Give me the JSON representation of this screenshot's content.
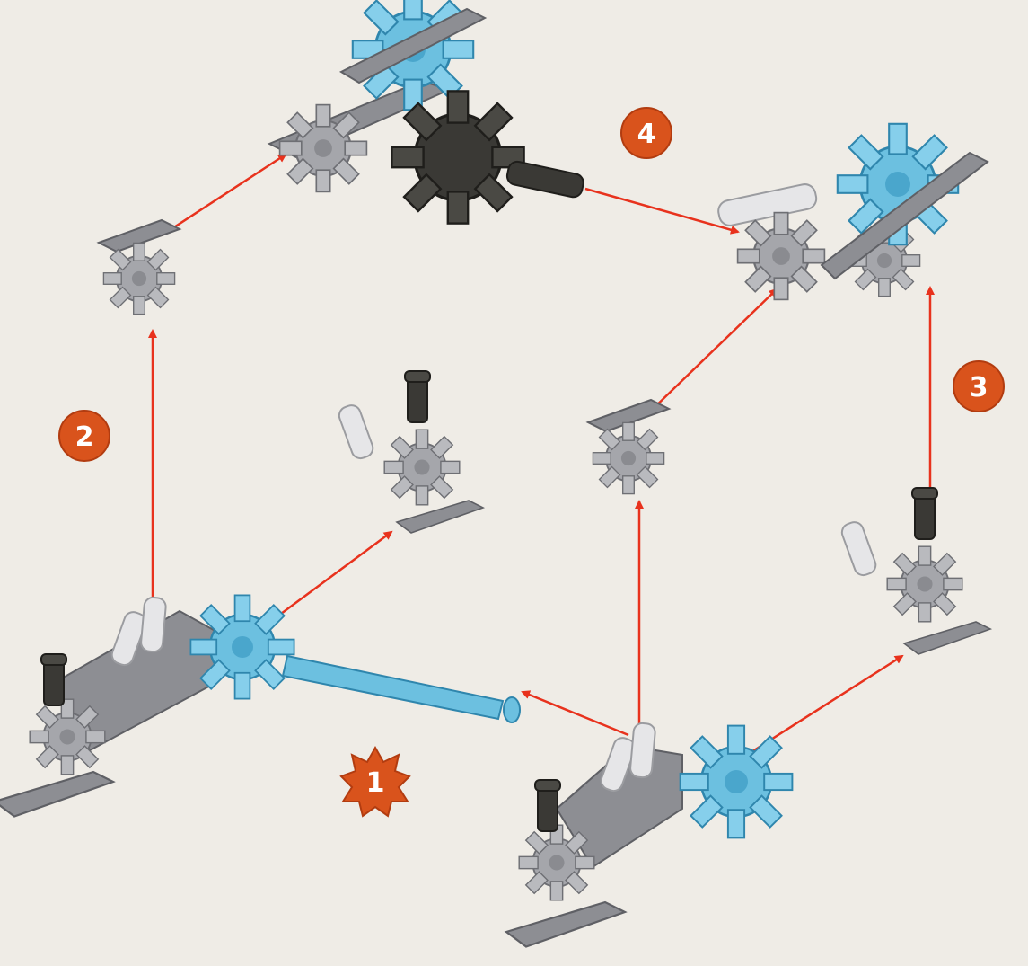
{
  "colors": {
    "paper": "#efece6",
    "arrow": "#e8321d",
    "badge": "#d9531c",
    "badge_ring": "#ffffff",
    "part_gray": "#a5a6ab",
    "part_gray_dark": "#6e6f74",
    "part_blue": "#6cc0e0",
    "part_blue_dark": "#2f86ad",
    "part_black": "#3a3935",
    "part_clear": "#e6e6e8"
  },
  "steps": [
    {
      "label": "1",
      "shape": "starburst"
    },
    {
      "label": "2",
      "shape": "circle"
    },
    {
      "label": "3",
      "shape": "circle"
    },
    {
      "label": "4",
      "shape": "circle"
    }
  ],
  "icons": [
    "connector-icon",
    "rod-icon",
    "gear-connector-icon",
    "arrow-icon"
  ]
}
